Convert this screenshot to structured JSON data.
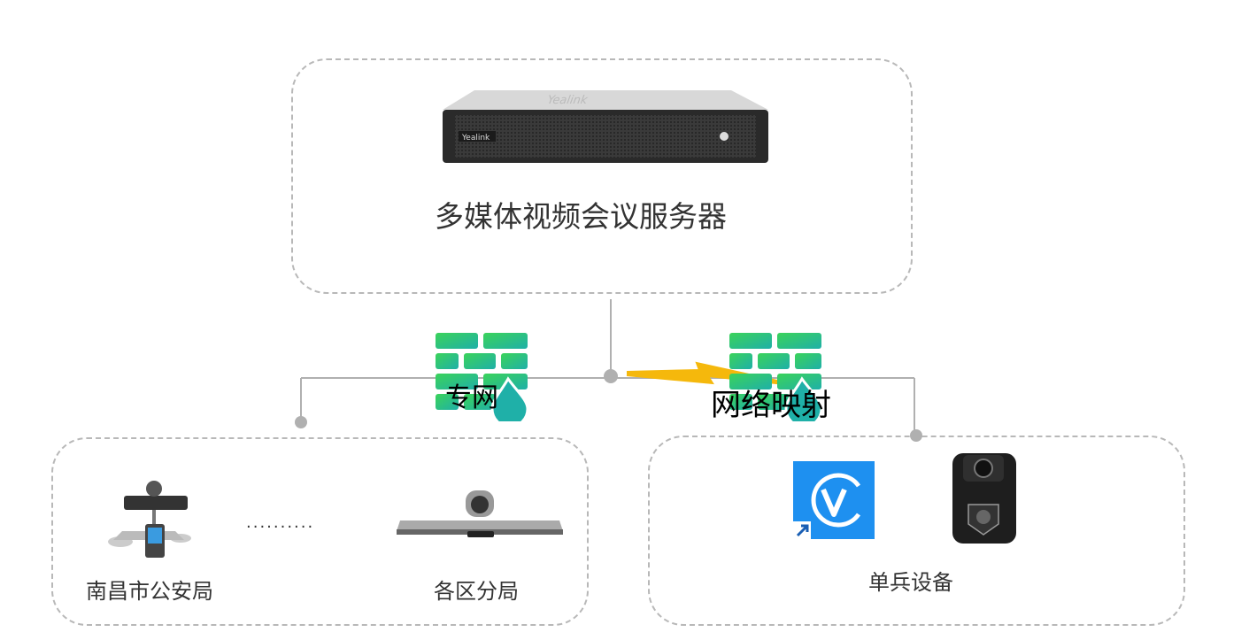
{
  "server": {
    "title": "多媒体视频会议服务器",
    "brand": "Yealink"
  },
  "links": {
    "private_net": "专网",
    "net_mapping": "网络映射"
  },
  "left_group": {
    "hq": "南昌市公安局",
    "ellipsis": "··········",
    "branches": "各区分局"
  },
  "right_group": {
    "label": "单兵设备"
  },
  "colors": {
    "line": "#b0b0b0",
    "firewall_green": "#34c95a",
    "firewall_teal": "#1fb0a8",
    "lightning": "#f5b80c",
    "app_blue": "#1e90f0"
  }
}
